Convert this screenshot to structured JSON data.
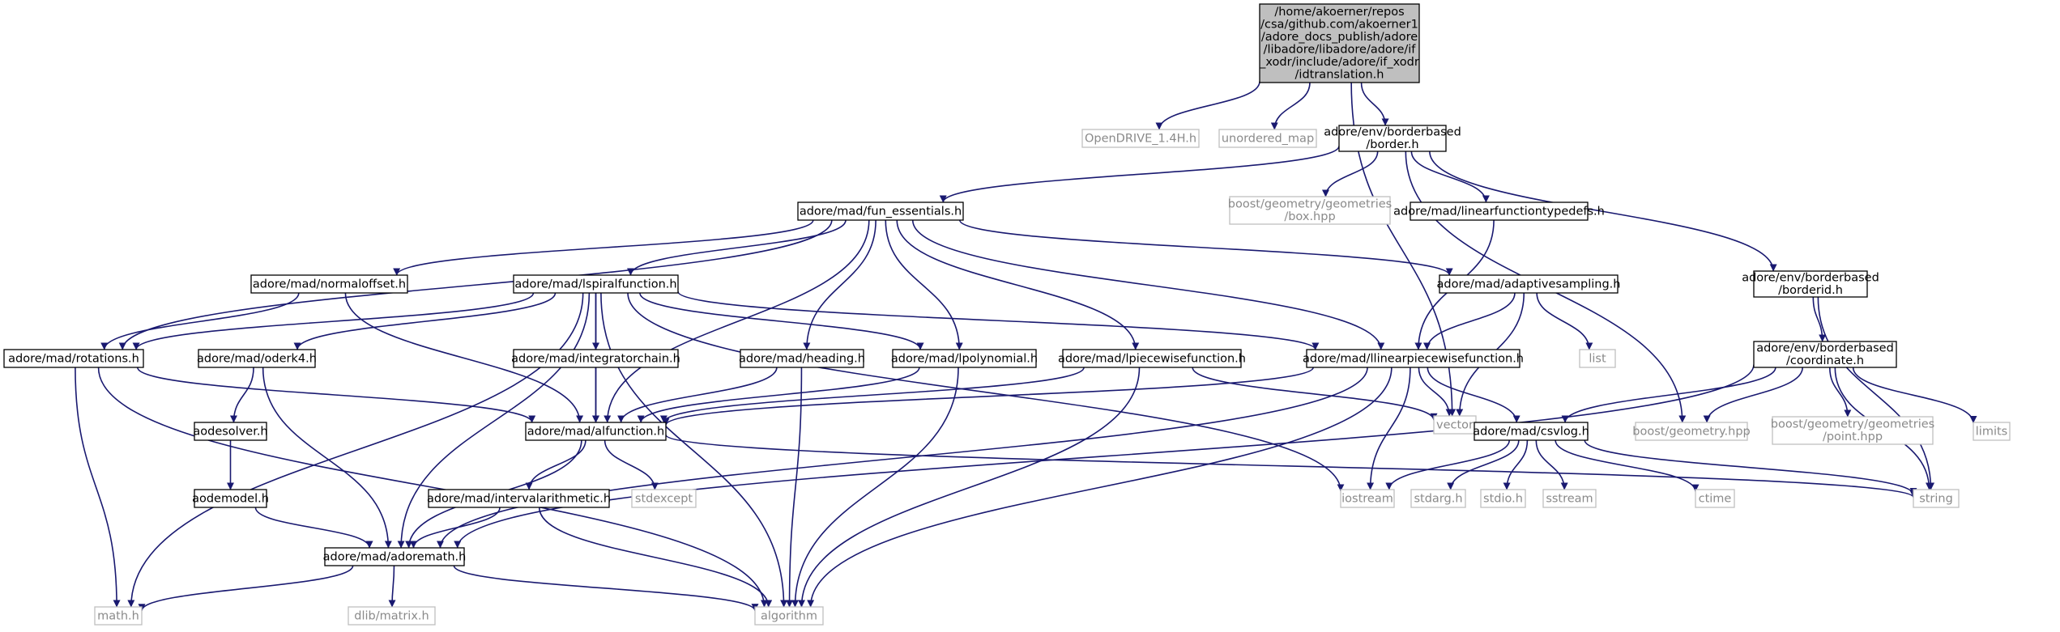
{
  "diagram": {
    "type": "include-dependency-graph",
    "colors": {
      "edge": "#191970",
      "root_fill": "#bfbfbf",
      "internal_border": "#000000",
      "external_border": "#bfbfbf",
      "external_text": "#8a8a8a"
    },
    "nodes": [
      {
        "id": "root",
        "kind": "root",
        "lines": [
          "/home/akoerner/repos",
          "/csa/github.com/akoerner1",
          "/adore_docs_publish/adore",
          "/libadore/libadore/adore/if",
          "_xodr/include/adore/if_xodr",
          "/idtranslation.h"
        ]
      },
      {
        "id": "opendrive",
        "kind": "external",
        "lines": [
          "OpenDRIVE_1.4H.h"
        ]
      },
      {
        "id": "unordered_map",
        "kind": "external",
        "lines": [
          "unordered_map"
        ]
      },
      {
        "id": "border",
        "kind": "internal",
        "lines": [
          "adore/env/borderbased",
          "/border.h"
        ]
      },
      {
        "id": "vector",
        "kind": "external",
        "lines": [
          "vector"
        ]
      },
      {
        "id": "fun_essentials",
        "kind": "internal",
        "lines": [
          "adore/mad/fun_essentials.h"
        ]
      },
      {
        "id": "box",
        "kind": "external",
        "lines": [
          "boost/geometry/geometries",
          "/box.hpp"
        ]
      },
      {
        "id": "linearfunctiontypedefs",
        "kind": "internal",
        "lines": [
          "adore/mad/linearfunctiontypedefs.h"
        ]
      },
      {
        "id": "borderid",
        "kind": "internal",
        "lines": [
          "adore/env/borderbased",
          "/borderid.h"
        ]
      },
      {
        "id": "normaloffset",
        "kind": "internal",
        "lines": [
          "adore/mad/normaloffset.h"
        ]
      },
      {
        "id": "lspiralfunction",
        "kind": "internal",
        "lines": [
          "adore/mad/lspiralfunction.h"
        ]
      },
      {
        "id": "adaptivesampling",
        "kind": "internal",
        "lines": [
          "adore/mad/adaptivesampling.h"
        ]
      },
      {
        "id": "rotations",
        "kind": "internal",
        "lines": [
          "adore/mad/rotations.h"
        ]
      },
      {
        "id": "oderk4",
        "kind": "internal",
        "lines": [
          "adore/mad/oderk4.h"
        ]
      },
      {
        "id": "integratorchain",
        "kind": "internal",
        "lines": [
          "adore/mad/integratorchain.h"
        ]
      },
      {
        "id": "heading",
        "kind": "internal",
        "lines": [
          "adore/mad/heading.h"
        ]
      },
      {
        "id": "lpolynomial",
        "kind": "internal",
        "lines": [
          "adore/mad/lpolynomial.h"
        ]
      },
      {
        "id": "lpiecewisefunction",
        "kind": "internal",
        "lines": [
          "adore/mad/lpiecewisefunction.h"
        ]
      },
      {
        "id": "llinearpiecewisefunction",
        "kind": "internal",
        "lines": [
          "adore/mad/llinearpiecewisefunction.h"
        ]
      },
      {
        "id": "list",
        "kind": "external",
        "lines": [
          "list"
        ]
      },
      {
        "id": "coordinate",
        "kind": "internal",
        "lines": [
          "adore/env/borderbased",
          "/coordinate.h"
        ]
      },
      {
        "id": "aodesolver",
        "kind": "internal",
        "lines": [
          "aodesolver.h"
        ]
      },
      {
        "id": "alfunction",
        "kind": "internal",
        "lines": [
          "adore/mad/alfunction.h"
        ]
      },
      {
        "id": "csvlog",
        "kind": "internal",
        "lines": [
          "adore/mad/csvlog.h"
        ]
      },
      {
        "id": "boost_geometry",
        "kind": "external",
        "lines": [
          "boost/geometry.hpp"
        ]
      },
      {
        "id": "point",
        "kind": "external",
        "lines": [
          "boost/geometry/geometries",
          "/point.hpp"
        ]
      },
      {
        "id": "limits",
        "kind": "external",
        "lines": [
          "limits"
        ]
      },
      {
        "id": "aodemodel",
        "kind": "internal",
        "lines": [
          "aodemodel.h"
        ]
      },
      {
        "id": "intervalarithmetic",
        "kind": "internal",
        "lines": [
          "adore/mad/intervalarithmetic.h"
        ]
      },
      {
        "id": "stdexcept",
        "kind": "external",
        "lines": [
          "stdexcept"
        ]
      },
      {
        "id": "iostream",
        "kind": "external",
        "lines": [
          "iostream"
        ]
      },
      {
        "id": "stdarg",
        "kind": "external",
        "lines": [
          "stdarg.h"
        ]
      },
      {
        "id": "stdio",
        "kind": "external",
        "lines": [
          "stdio.h"
        ]
      },
      {
        "id": "sstream",
        "kind": "external",
        "lines": [
          "sstream"
        ]
      },
      {
        "id": "ctime",
        "kind": "external",
        "lines": [
          "ctime"
        ]
      },
      {
        "id": "string",
        "kind": "external",
        "lines": [
          "string"
        ]
      },
      {
        "id": "adoremath",
        "kind": "internal",
        "lines": [
          "adore/mad/adoremath.h"
        ]
      },
      {
        "id": "math",
        "kind": "external",
        "lines": [
          "math.h"
        ]
      },
      {
        "id": "dlib_matrix",
        "kind": "external",
        "lines": [
          "dlib/matrix.h"
        ]
      },
      {
        "id": "algorithm",
        "kind": "external",
        "lines": [
          "algorithm"
        ]
      }
    ],
    "edges": [
      [
        "root",
        "opendrive"
      ],
      [
        "root",
        "unordered_map"
      ],
      [
        "root",
        "border"
      ],
      [
        "root",
        "vector"
      ],
      [
        "border",
        "fun_essentials"
      ],
      [
        "border",
        "box"
      ],
      [
        "border",
        "linearfunctiontypedefs"
      ],
      [
        "border",
        "borderid"
      ],
      [
        "border",
        "boost_geometry"
      ],
      [
        "fun_essentials",
        "normaloffset"
      ],
      [
        "fun_essentials",
        "lspiralfunction"
      ],
      [
        "fun_essentials",
        "rotations"
      ],
      [
        "fun_essentials",
        "alfunction"
      ],
      [
        "fun_essentials",
        "heading"
      ],
      [
        "fun_essentials",
        "lpolynomial"
      ],
      [
        "fun_essentials",
        "lpiecewisefunction"
      ],
      [
        "fun_essentials",
        "llinearpiecewisefunction"
      ],
      [
        "fun_essentials",
        "adaptivesampling"
      ],
      [
        "normaloffset",
        "rotations"
      ],
      [
        "normaloffset",
        "alfunction"
      ],
      [
        "lspiralfunction",
        "rotations"
      ],
      [
        "lspiralfunction",
        "math"
      ],
      [
        "lspiralfunction",
        "oderk4"
      ],
      [
        "lspiralfunction",
        "integratorchain"
      ],
      [
        "lspiralfunction",
        "alfunction"
      ],
      [
        "lspiralfunction",
        "adoremath"
      ],
      [
        "lspiralfunction",
        "algorithm"
      ],
      [
        "lspiralfunction",
        "lpolynomial"
      ],
      [
        "lspiralfunction",
        "llinearpiecewisefunction"
      ],
      [
        "lspiralfunction",
        "iostream"
      ],
      [
        "linearfunctiontypedefs",
        "llinearpiecewisefunction"
      ],
      [
        "adaptivesampling",
        "llinearpiecewisefunction"
      ],
      [
        "adaptivesampling",
        "list"
      ],
      [
        "adaptivesampling",
        "vector"
      ],
      [
        "borderid",
        "coordinate"
      ],
      [
        "borderid",
        "string"
      ],
      [
        "rotations",
        "alfunction"
      ],
      [
        "rotations",
        "math"
      ],
      [
        "rotations",
        "algorithm"
      ],
      [
        "oderk4",
        "aodesolver"
      ],
      [
        "oderk4",
        "adoremath"
      ],
      [
        "integratorchain",
        "alfunction"
      ],
      [
        "heading",
        "alfunction"
      ],
      [
        "heading",
        "algorithm"
      ],
      [
        "lpolynomial",
        "alfunction"
      ],
      [
        "lpolynomial",
        "algorithm"
      ],
      [
        "lpiecewisefunction",
        "alfunction"
      ],
      [
        "lpiecewisefunction",
        "algorithm"
      ],
      [
        "lpiecewisefunction",
        "vector"
      ],
      [
        "llinearpiecewisefunction",
        "alfunction"
      ],
      [
        "llinearpiecewisefunction",
        "csvlog"
      ],
      [
        "llinearpiecewisefunction",
        "vector"
      ],
      [
        "llinearpiecewisefunction",
        "iostream"
      ],
      [
        "llinearpiecewisefunction",
        "adoremath"
      ],
      [
        "llinearpiecewisefunction",
        "algorithm"
      ],
      [
        "coordinate",
        "csvlog"
      ],
      [
        "coordinate",
        "boost_geometry"
      ],
      [
        "coordinate",
        "point"
      ],
      [
        "coordinate",
        "limits"
      ],
      [
        "coordinate",
        "string"
      ],
      [
        "coordinate",
        "adoremath"
      ],
      [
        "aodesolver",
        "aodemodel"
      ],
      [
        "aodemodel",
        "adoremath"
      ],
      [
        "alfunction",
        "intervalarithmetic"
      ],
      [
        "alfunction",
        "stdexcept"
      ],
      [
        "alfunction",
        "adoremath"
      ],
      [
        "alfunction",
        "string"
      ],
      [
        "intervalarithmetic",
        "adoremath"
      ],
      [
        "intervalarithmetic",
        "algorithm"
      ],
      [
        "csvlog",
        "iostream"
      ],
      [
        "csvlog",
        "stdarg"
      ],
      [
        "csvlog",
        "stdio"
      ],
      [
        "csvlog",
        "sstream"
      ],
      [
        "csvlog",
        "ctime"
      ],
      [
        "csvlog",
        "string"
      ],
      [
        "adoremath",
        "math"
      ],
      [
        "adoremath",
        "dlib_matrix"
      ],
      [
        "adoremath",
        "algorithm"
      ]
    ]
  }
}
